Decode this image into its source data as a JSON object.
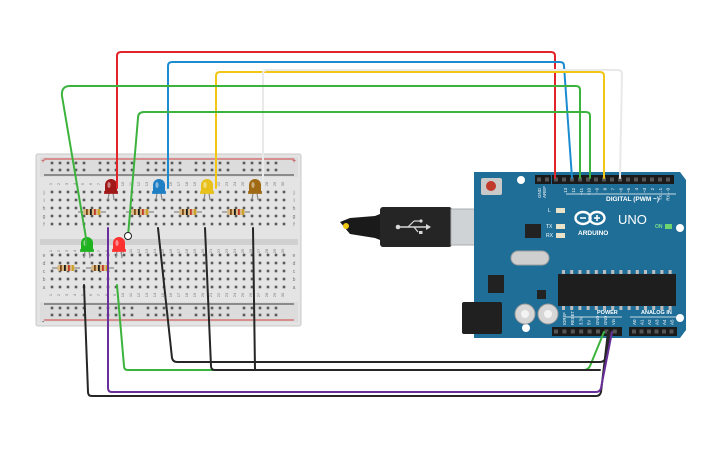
{
  "breadboard": {
    "row_letters_top": [
      "j",
      "i",
      "h",
      "g",
      "f"
    ],
    "row_letters_bottom": [
      "e",
      "d",
      "c",
      "b",
      "a"
    ],
    "column_numbers": [
      "1",
      "2",
      "3",
      "4",
      "5",
      "6",
      "7",
      "8",
      "9",
      "10",
      "11",
      "12",
      "13",
      "14",
      "15",
      "16",
      "17",
      "18",
      "19",
      "20",
      "21",
      "22",
      "23",
      "24",
      "25",
      "26",
      "27",
      "28",
      "29",
      "30"
    ],
    "rail_plus": "+",
    "rail_minus": "-"
  },
  "arduino": {
    "brand": "ARDUINO",
    "model": "UNO",
    "digital_header_label": "DIGITAL (PWM ~)",
    "power_label": "POWER",
    "analog_label": "ANALOG IN",
    "on_label": "ON",
    "l_label": "L",
    "tx_label": "TX",
    "rx_label": "RX",
    "aref_label": "AREF",
    "gnd_label": "GND",
    "digital_pins": [
      "13",
      "12",
      "~11",
      "~10",
      "~9",
      "8",
      "7",
      "~6",
      "~5",
      "4",
      "~3",
      "2",
      "TX→1",
      "RX←0"
    ],
    "power_pins": [
      "IOREF",
      "RESET",
      "3.3V",
      "5V",
      "GND",
      "GND",
      "Vin"
    ],
    "analog_pins": [
      "A0",
      "A1",
      "A2",
      "A3",
      "A4",
      "A5"
    ]
  },
  "components": {
    "leds": [
      {
        "name": "led-red-top",
        "color": "#a01818"
      },
      {
        "name": "led-blue",
        "color": "#1f7fc4"
      },
      {
        "name": "led-yellow",
        "color": "#e8c21a"
      },
      {
        "name": "led-brown",
        "color": "#a06a14"
      },
      {
        "name": "led-green",
        "color": "#1fb31f"
      },
      {
        "name": "led-red-lit",
        "color": "#ff3030"
      }
    ],
    "wire_colors": {
      "red": "#e0242a",
      "blue": "#1c8cd0",
      "yellow": "#f2c615",
      "white": "#e9e9e9",
      "green": "#3cb33c",
      "black": "#262626",
      "purple": "#6a2e9a"
    }
  }
}
